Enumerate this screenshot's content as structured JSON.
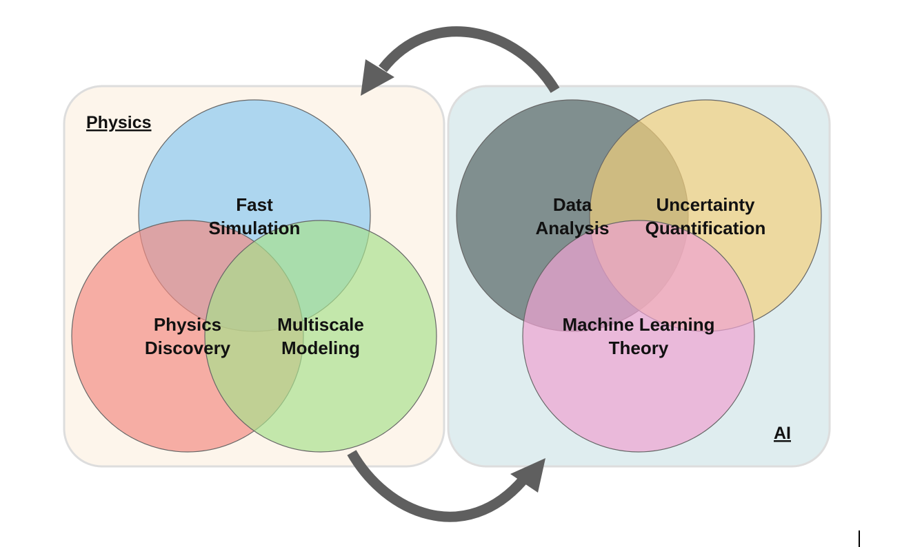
{
  "physics_panel": {
    "title": "Physics",
    "fill": "#fdf5eb",
    "circles": [
      {
        "id": "fast-simulation",
        "lines": [
          "Fast",
          "Simulation"
        ],
        "color": "#8ecbf0"
      },
      {
        "id": "physics-discovery",
        "lines": [
          "Physics",
          "Discovery"
        ],
        "color": "#f28b82"
      },
      {
        "id": "multiscale-modeling",
        "lines": [
          "Multiscale",
          "Modeling"
        ],
        "color": "#a6e08c"
      }
    ]
  },
  "ai_panel": {
    "title": "AI",
    "fill": "#dfedef",
    "circles": [
      {
        "id": "data-analysis",
        "lines": [
          "Data",
          "Analysis"
        ],
        "color": "#6b7a78"
      },
      {
        "id": "uncertainty-quantification",
        "lines": [
          "Uncertainty",
          "Quantification"
        ],
        "color": "#f1d487"
      },
      {
        "id": "machine-learning-theory",
        "lines": [
          "Machine Learning",
          "Theory"
        ],
        "color": "#e7a2cd"
      }
    ]
  },
  "arrows": {
    "color": "#5f5f5f"
  }
}
